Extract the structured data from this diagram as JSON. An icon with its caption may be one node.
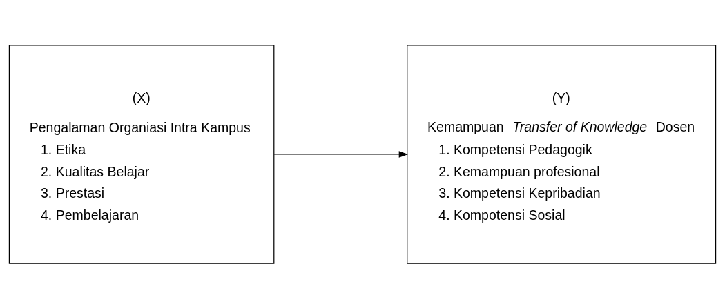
{
  "diagram": {
    "nodes": [
      {
        "text": [
          "(X)",
          "Pengalaman Organiasi Intra Kampus",
          "1. Etika",
          "2. Kualitas Belajar",
          "3. Prestasi",
          "4. Pembelajaran"
        ]
      },
      {
        "text": [
          "(Y)",
          "Kemampuan *Transfer of Knowledge* Dosen",
          "1. Kompetensi Pedagogik",
          "2. Kemampuan profesional",
          "3. Kompetensi Kepribadian",
          "4. Kompotensi Sosial"
        ]
      }
    ],
    "edges": [
      {
        "from": 0,
        "to": 1,
        "arrow": "to"
      }
    ]
  }
}
